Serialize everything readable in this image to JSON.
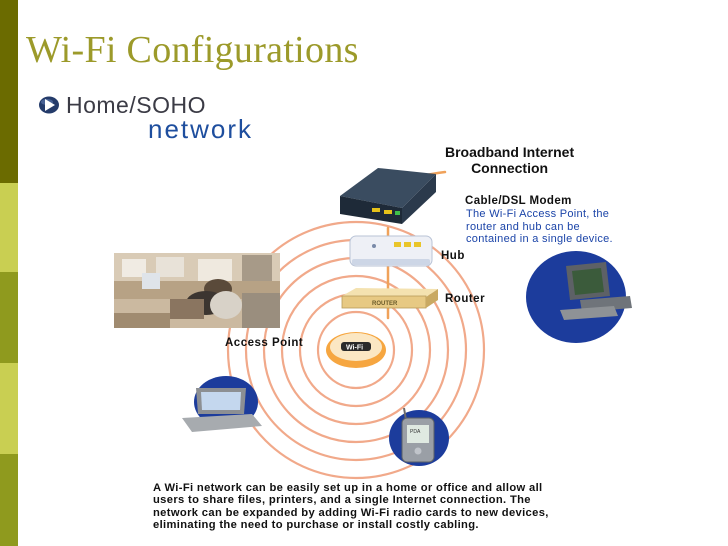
{
  "slide": {
    "title": "Wi-Fi Configurations",
    "bullet": {
      "heading": "Home/SOHO",
      "subheading": "network"
    }
  },
  "diagram": {
    "broadband_title": [
      "Broadband Internet",
      "Connection"
    ],
    "modem_label": "Cable/DSL Modem",
    "note_lines": [
      "The Wi-Fi Access Point, the",
      "router and hub can be",
      "contained in a single device."
    ],
    "hub_label": "Hub",
    "router_label": "Router",
    "access_point_label": "Access Point",
    "router_device_text": "ROUTER",
    "ap_device_text": "Wi-Fi",
    "pda_text": "PDA",
    "caption_lines": [
      "A Wi-Fi network can be easily set up in a home or office and allow all",
      "users to share files, printers, and a single Internet connection. The",
      "network can be expanded by adding Wi-Fi radio cards to new devices,",
      "eliminating the need to purchase or install costly cabling."
    ]
  },
  "colors": {
    "sidebar": [
      "#6b6b00",
      "#c9cf52",
      "#8f9a1e",
      "#c9cf52",
      "#8f9a1e"
    ],
    "title": "#9c9a2a",
    "network_text": "#1e4e9e",
    "note_text": "#1b44a8",
    "signal_rings": "#f1a98a",
    "connector_lines": "#f0a25a",
    "device_backdrop": "#1c3c9c"
  }
}
